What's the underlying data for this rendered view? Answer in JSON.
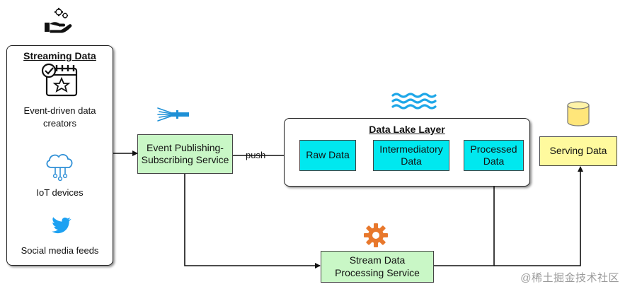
{
  "header_icon": {
    "name": "hand-gears-icon"
  },
  "sources": {
    "title": "Streaming Data",
    "items": [
      {
        "label": "Event-driven data creators",
        "icon": "calendar-star-icon"
      },
      {
        "label": "IoT devices",
        "icon": "cloud-network-icon"
      },
      {
        "label": "Social media feeds",
        "icon": "twitter-bird-icon"
      }
    ]
  },
  "event_service": {
    "label": "Event Publishing-Subscribing Service",
    "icon": "event-hub-icon"
  },
  "push_label": "push",
  "data_lake": {
    "title": "Data Lake Layer",
    "icon": "water-waves-icon",
    "stages": [
      "Raw Data",
      "Intermediatory Data",
      "Processed Data"
    ]
  },
  "serving": {
    "label": "Serving Data",
    "icon": "database-cylinder-icon"
  },
  "processing": {
    "label": "Stream Data Processing Service",
    "icon": "gear-icon"
  },
  "watermark": "@稀土掘金技术社区",
  "colors": {
    "service_green": "#c9f7c6",
    "lake_cyan": "#00e8ef",
    "serving_yellow": "#fffa9e",
    "waves_blue": "#1ea7e8",
    "gear_orange": "#e8782c",
    "twitter_blue": "#1da1f2"
  }
}
